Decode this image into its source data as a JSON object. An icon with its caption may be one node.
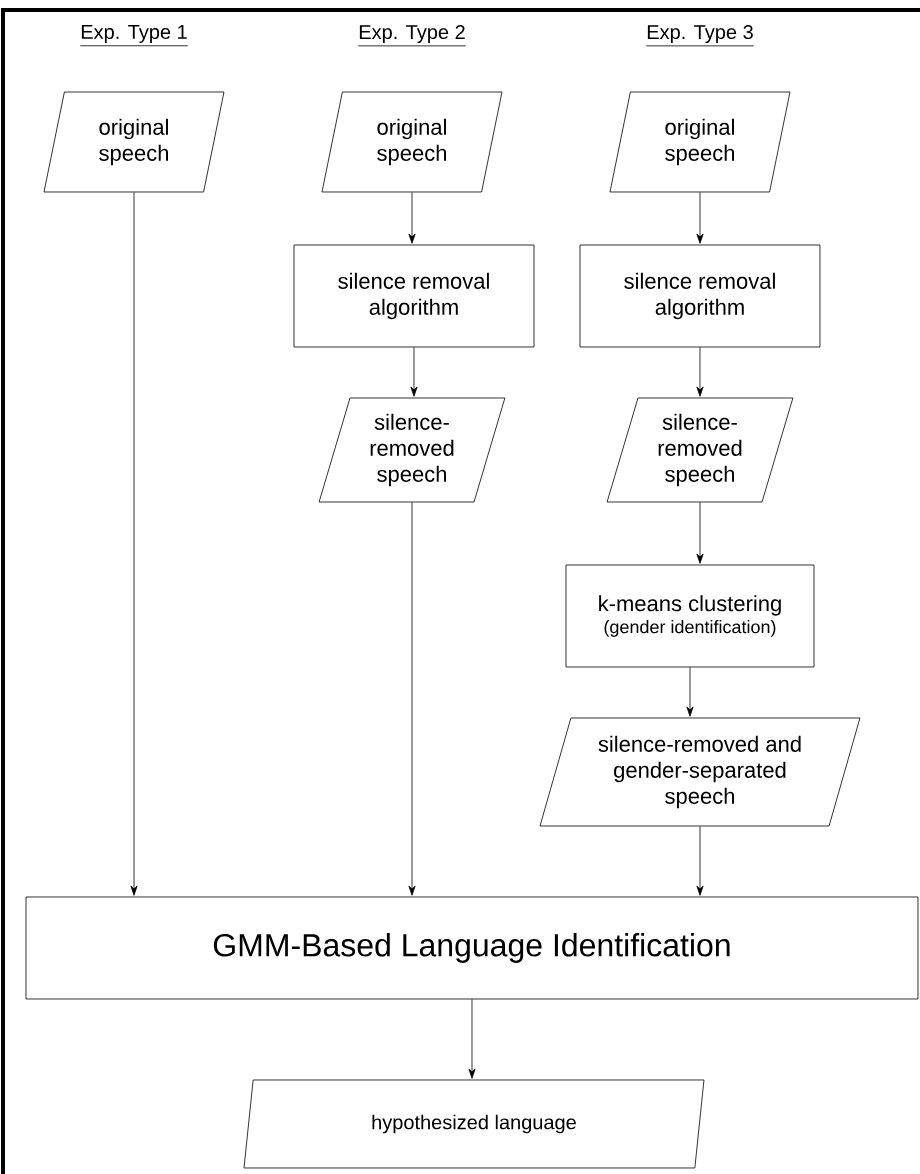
{
  "diagram": {
    "nodes": [
      {
        "text": [
          "original speech"
        ]
      },
      {
        "text": [
          "original speech"
        ]
      },
      {
        "text": [
          "silence removal algorithm"
        ]
      },
      {
        "text": [
          "silence-removed speech"
        ]
      },
      {
        "text": [
          "original speech"
        ]
      },
      {
        "text": [
          "silence removal algorithm"
        ]
      },
      {
        "text": [
          "silence-removed speech"
        ]
      },
      {
        "text": [
          "k-means clustering",
          "(gender identification)"
        ]
      },
      {
        "text": [
          "silence-removed and gender-separated speech"
        ]
      },
      {
        "text": [
          "GMM-Based Language Identification"
        ]
      },
      {
        "text": [
          "hypothesized language"
        ]
      }
    ],
    "edges": [
      {
        "from": 0,
        "to": 9,
        "arrow": "to"
      },
      {
        "from": 1,
        "to": 2,
        "arrow": "to"
      },
      {
        "from": 2,
        "to": 3,
        "arrow": "to"
      },
      {
        "from": 3,
        "to": 9,
        "arrow": "to"
      },
      {
        "from": 4,
        "to": 5,
        "arrow": "to"
      },
      {
        "from": 5,
        "to": 6,
        "arrow": "to"
      },
      {
        "from": 6,
        "to": 7,
        "arrow": "to"
      },
      {
        "from": 7,
        "to": 8,
        "arrow": "to"
      },
      {
        "from": 8,
        "to": 9,
        "arrow": "to"
      },
      {
        "from": 9,
        "to": 10,
        "arrow": "to"
      }
    ],
    "labels": [
      "Exp. Type 1",
      "Exp. Type 2",
      "Exp. Type 3"
    ]
  }
}
